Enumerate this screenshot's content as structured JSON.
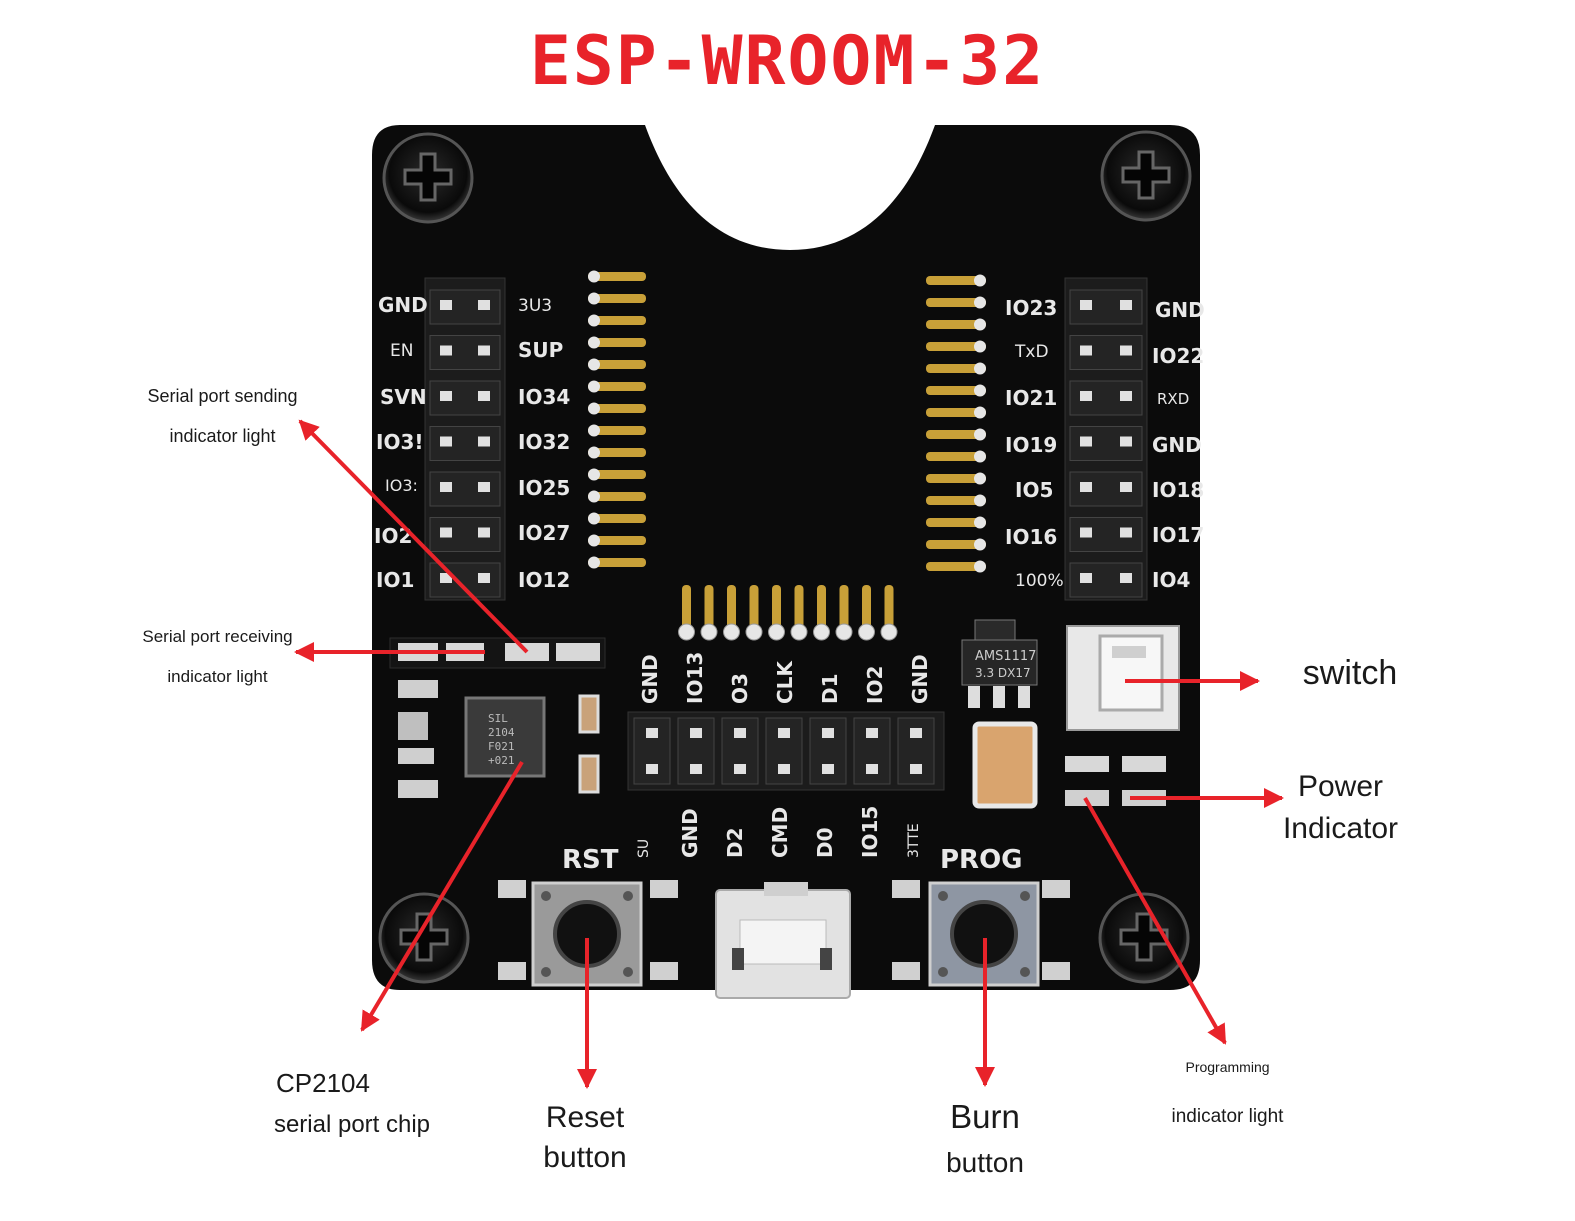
{
  "title": "ESP-WROOM-32",
  "colors": {
    "title": "#e8232a",
    "arrow": "#e8232a",
    "board": "#0b0b0b",
    "silk": "#e8e8e8",
    "label": "#1a1a1a"
  },
  "left_pins": [
    "GND",
    "EN",
    "SVN",
    "IO3!",
    "IO3:",
    "IO2",
    "IO1"
  ],
  "left_inner_pins": [
    "3U3",
    "SUP",
    "IO34",
    "IO32",
    "IO25",
    "IO27",
    "IO12"
  ],
  "right_inner_pins": [
    "IO23",
    "TxD",
    "IO21",
    "IO19",
    "IO5",
    "IO16",
    "100%"
  ],
  "right_pins": [
    "GND",
    "IO22",
    "RXD",
    "GND",
    "IO18",
    "IO17",
    "IO4"
  ],
  "bottom_top_pins": [
    "GND",
    "IO13",
    "O3",
    "CLK",
    "D1",
    "IO2",
    "GND"
  ],
  "bottom_bottom_pins": [
    "SU",
    "GND",
    "D2",
    "CMD",
    "D0",
    "IO15",
    "3TTE"
  ],
  "chip_regulator": [
    "AMS1117",
    "3.3 DX17"
  ],
  "chip_cp2104": [
    "SIL",
    "2104",
    "F021",
    "+021"
  ],
  "button_labels": {
    "rst": "RST",
    "prog": "PROG"
  },
  "callouts": {
    "tx_led": [
      "Serial port sending",
      "indicator light"
    ],
    "rx_led": [
      "Serial port receiving",
      "indicator light"
    ],
    "switch": "switch",
    "power": [
      "Power",
      "Indicator"
    ],
    "cp2104": [
      "CP2104",
      "serial port chip"
    ],
    "reset": [
      "Reset",
      "button"
    ],
    "burn": [
      "Burn",
      "button"
    ],
    "prog_led": [
      "Programming",
      "indicator light"
    ]
  }
}
